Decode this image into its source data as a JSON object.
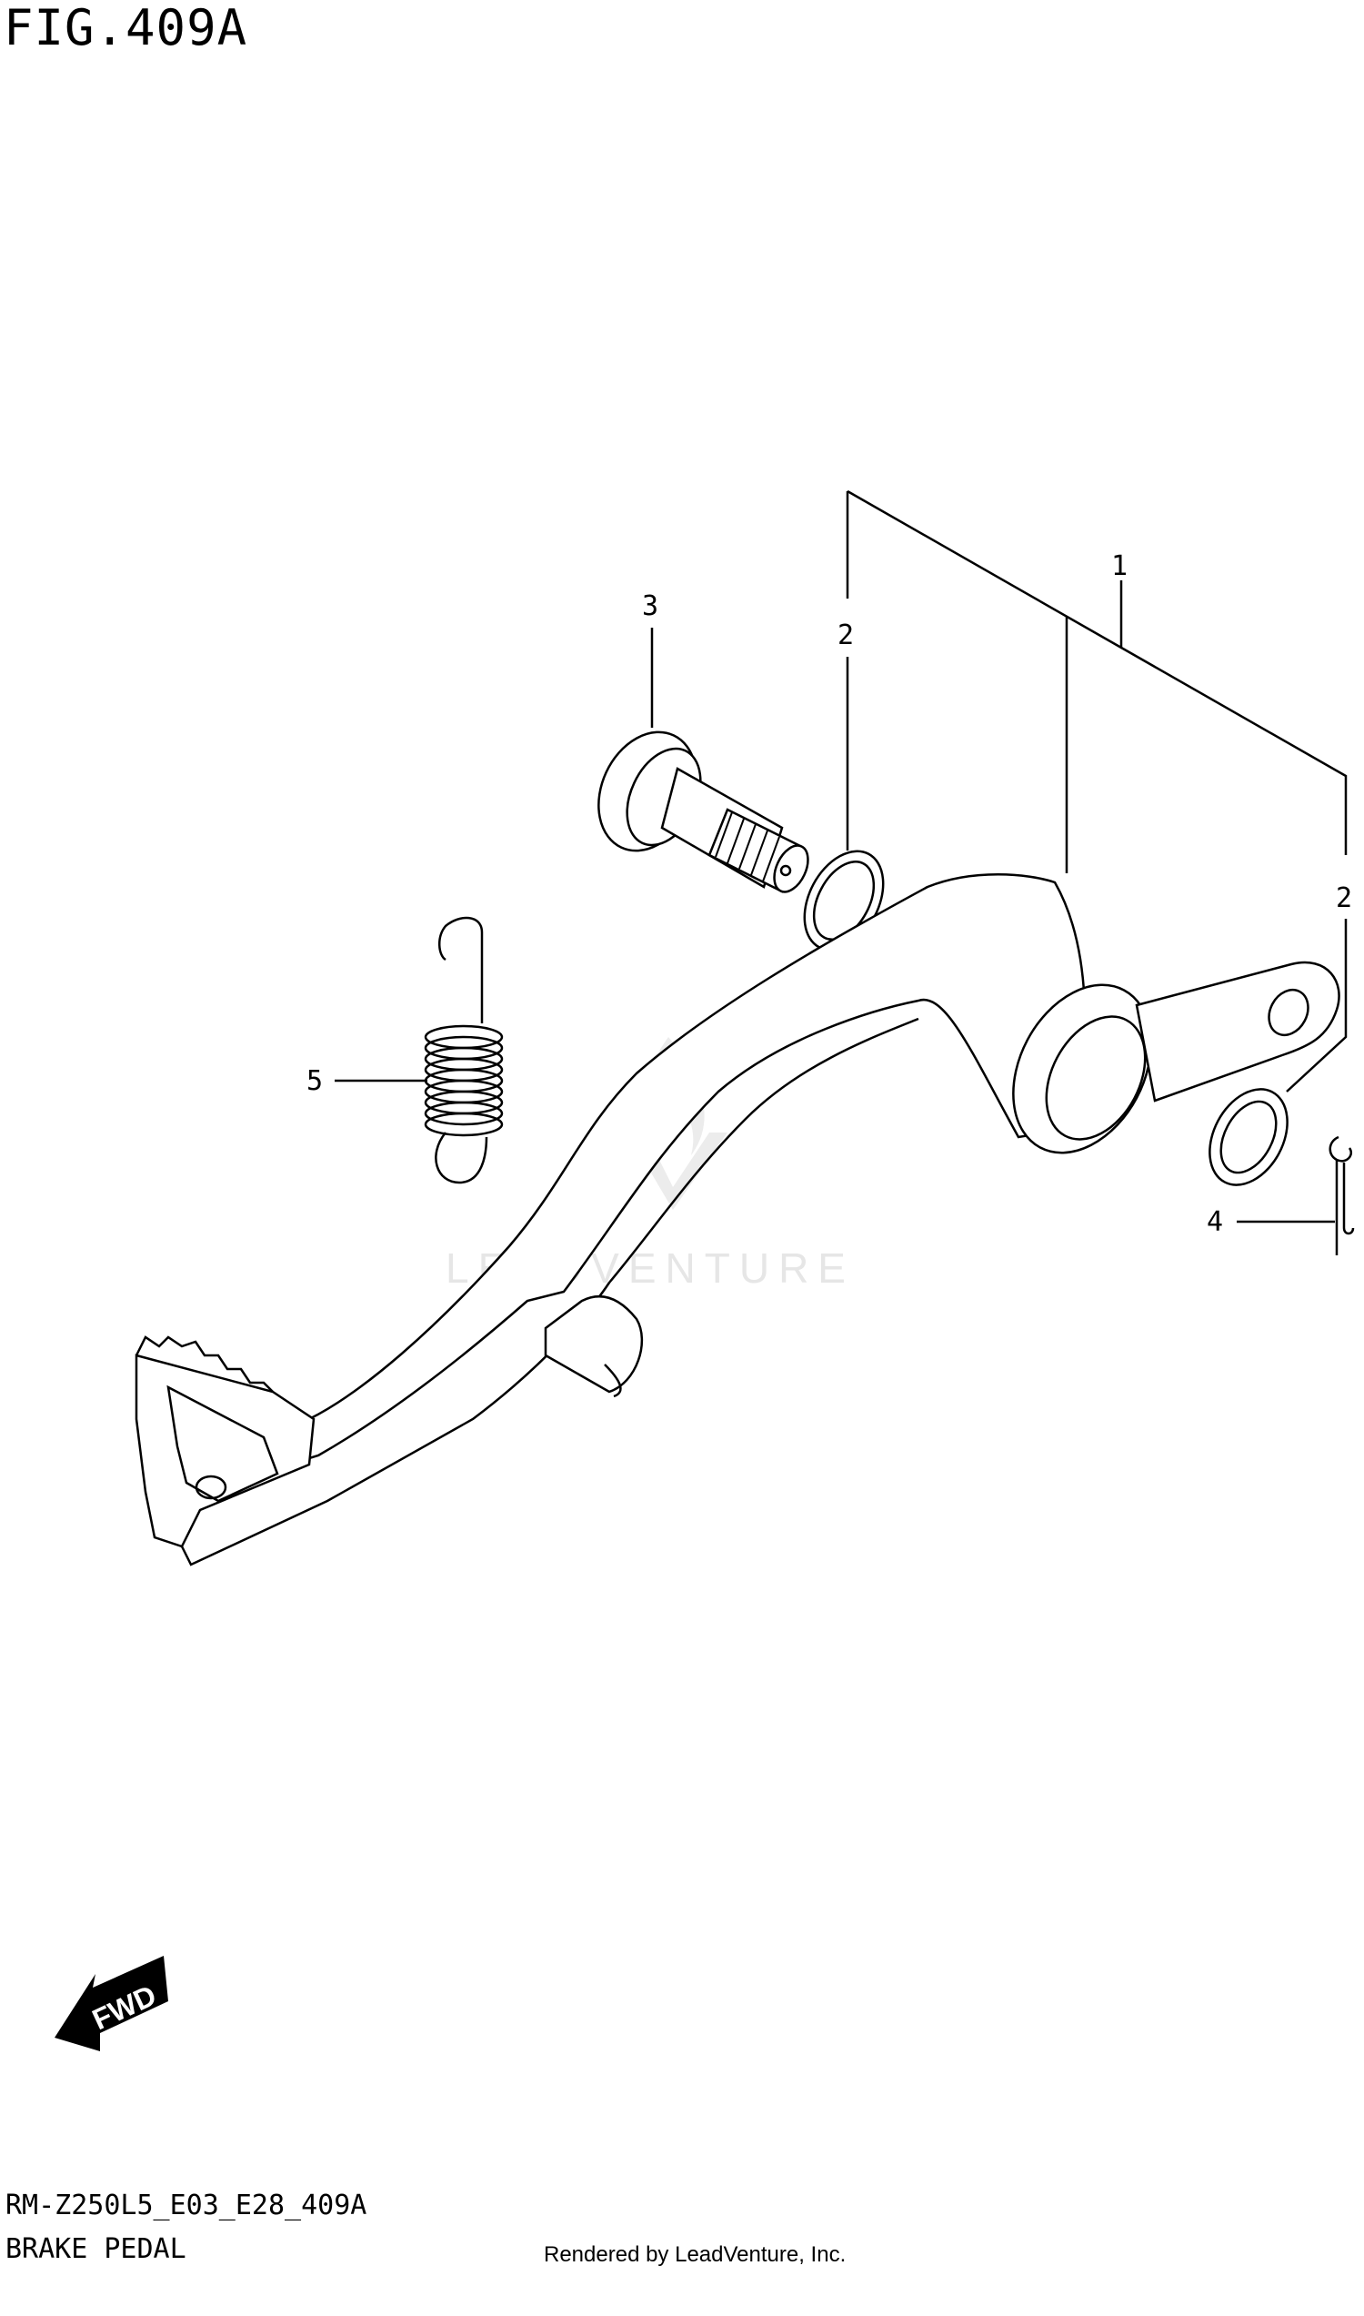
{
  "figure": {
    "title": "FIG.409A"
  },
  "callouts": [
    {
      "id": "1",
      "label": "1"
    },
    {
      "id": "2a",
      "label": "2"
    },
    {
      "id": "2b",
      "label": "2"
    },
    {
      "id": "3",
      "label": "3"
    },
    {
      "id": "4",
      "label": "4"
    },
    {
      "id": "5",
      "label": "5"
    }
  ],
  "watermark": {
    "text": "LEADVENTURE"
  },
  "direction_indicator": {
    "label": "FWD"
  },
  "footer": {
    "model_code": "RM-Z250L5_E03_E28_409A",
    "section_name": "BRAKE PEDAL",
    "credit": "Rendered by LeadVenture, Inc."
  }
}
